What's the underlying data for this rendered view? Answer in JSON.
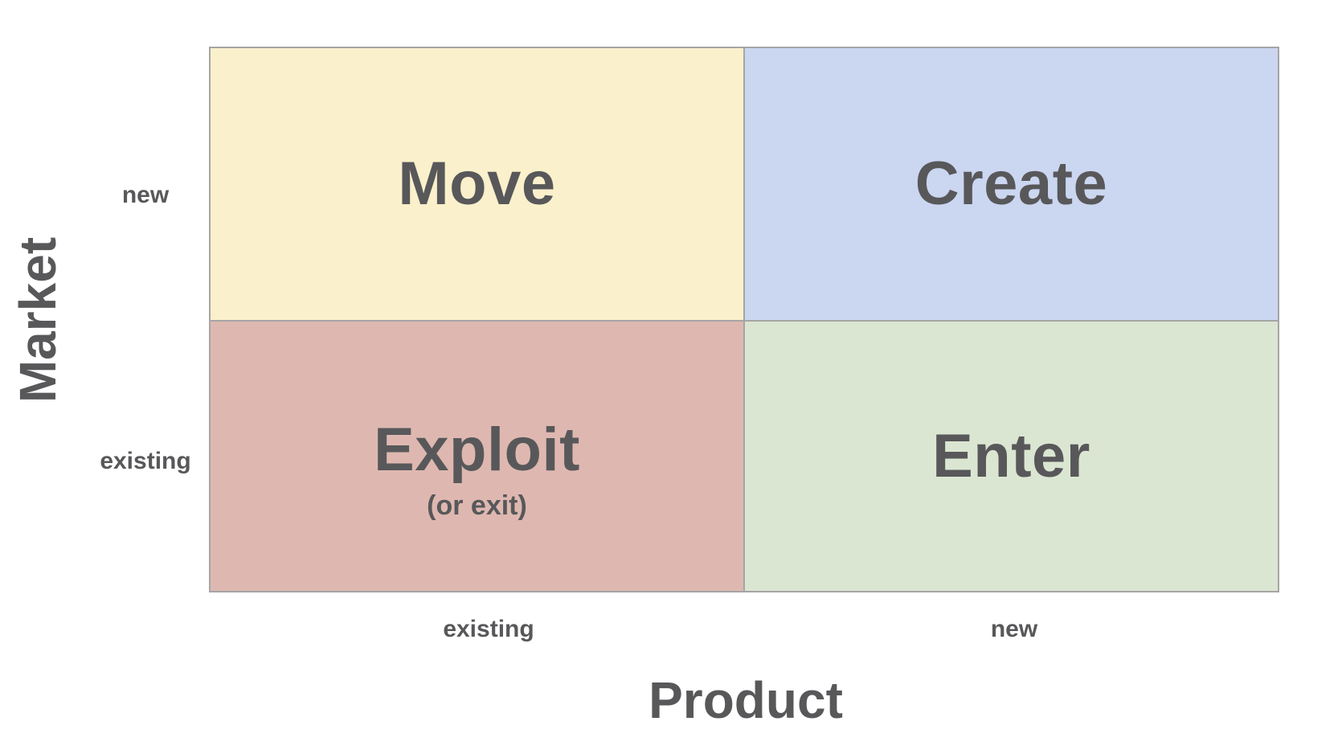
{
  "diagram": {
    "type": "2x2-matrix",
    "description": "Product-Market growth strategy matrix"
  },
  "matrix": {
    "quadrants": [
      {
        "id": "move",
        "label": "Move",
        "market": "new",
        "product": "existing",
        "color": "#FAF0CC"
      },
      {
        "id": "create",
        "label": "Create",
        "market": "new",
        "product": "new",
        "color": "#CBD6F0"
      },
      {
        "id": "exploit",
        "label": "Exploit",
        "sublabel": "(or exit)",
        "market": "existing",
        "product": "existing",
        "color": "#DEB8B0"
      },
      {
        "id": "enter",
        "label": "Enter",
        "market": "existing",
        "product": "new",
        "color": "#DBE6D2"
      }
    ]
  },
  "axes": {
    "y": {
      "title": "Market",
      "top_label": "new",
      "bottom_label": "existing"
    },
    "x": {
      "title": "Product",
      "left_label": "existing",
      "right_label": "new"
    }
  },
  "colors": {
    "border": "#A5A5A5",
    "text": "#58585A",
    "background": "#FFFFFF"
  }
}
